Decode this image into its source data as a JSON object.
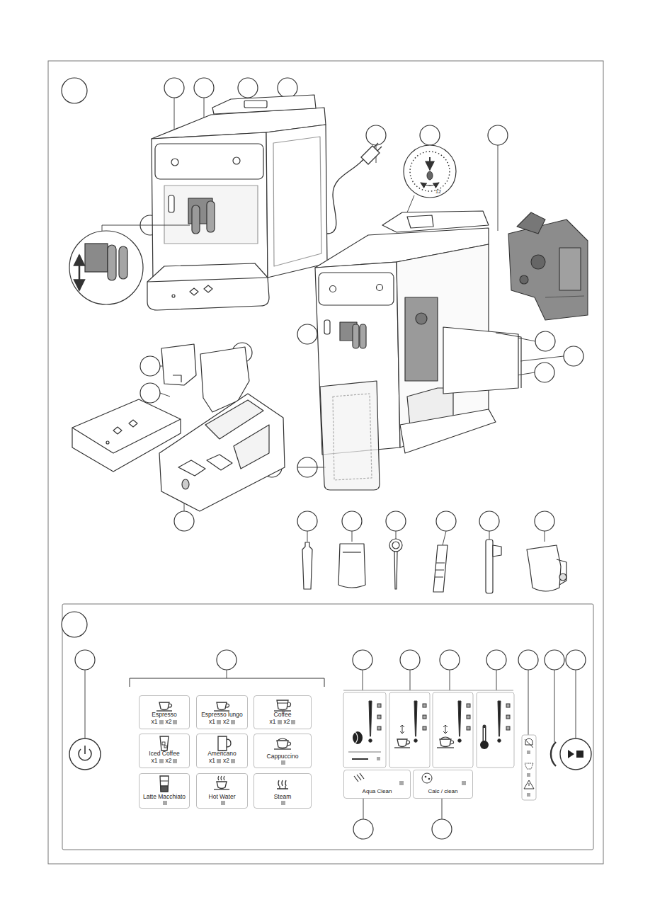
{
  "diagram": {
    "nodes": [
      {
        "text": [
          "Espresso",
          "x1",
          "x2"
        ]
      },
      {
        "text": [
          "Espresso lungo",
          "x1",
          "x2"
        ]
      },
      {
        "text": [
          "Coffee",
          "x1",
          "x2"
        ]
      },
      {
        "text": [
          "Iced Coffee",
          "x1",
          "x2"
        ]
      },
      {
        "text": [
          "Americano",
          "x1",
          "x2"
        ]
      },
      {
        "text": [
          "Cappuccino"
        ]
      },
      {
        "text": [
          "Latte Macchiato"
        ]
      },
      {
        "text": [
          "Hot Water"
        ]
      },
      {
        "text": [
          "Steam"
        ]
      },
      {
        "text": [
          "Aqua Clean"
        ]
      },
      {
        "text": [
          "Calc / clean"
        ]
      }
    ],
    "labels": [
      "12"
    ]
  }
}
